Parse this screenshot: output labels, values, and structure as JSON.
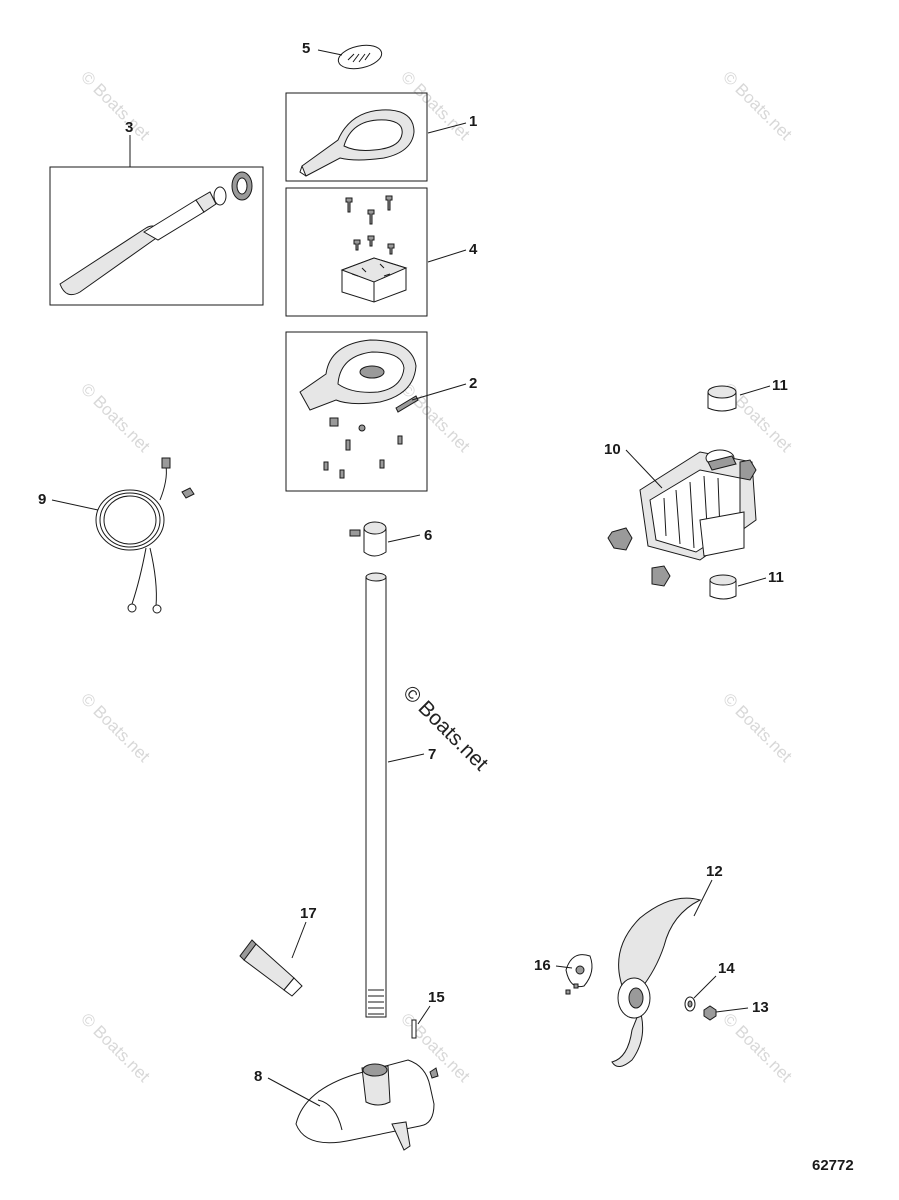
{
  "callouts": {
    "c1": "1",
    "c2": "2",
    "c3": "3",
    "c4": "4",
    "c5": "5",
    "c6": "6",
    "c7": "7",
    "c8": "8",
    "c9": "9",
    "c10": "10",
    "c11a": "11",
    "c11b": "11",
    "c12": "12",
    "c13": "13",
    "c14": "14",
    "c15": "15",
    "c16": "16",
    "c17": "17"
  },
  "watermark": {
    "small": "© Boats.net",
    "center": "© Boats.net"
  },
  "document_number": "62772"
}
